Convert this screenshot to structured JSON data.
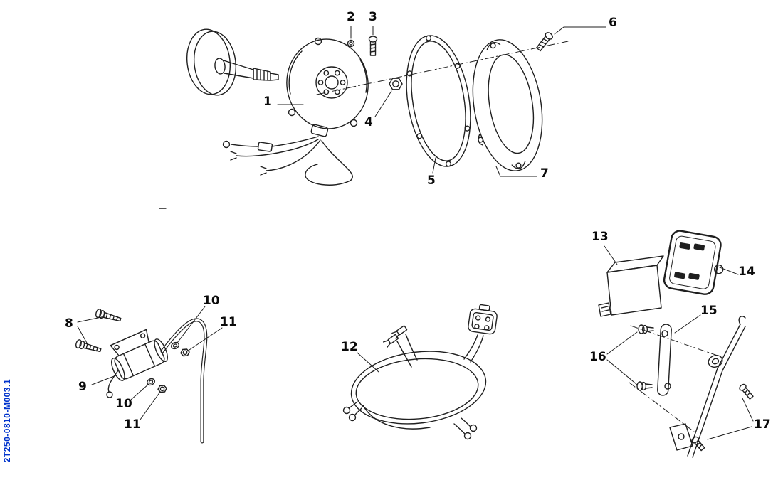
{
  "document": {
    "code": "2T250-0810-M003.1"
  },
  "colors": {
    "background": "#ffffff",
    "diagram_line": "#1f1f1f",
    "code_text": "#0033cc"
  },
  "labels": {
    "l1": "1",
    "l2": "2",
    "l3": "3",
    "l4": "4",
    "l5": "5",
    "l6": "6",
    "l7": "7",
    "l8": "8",
    "l9": "9",
    "l10a": "10",
    "l11a": "11",
    "l10b": "10",
    "l11b": "11",
    "l12": "12",
    "l13": "13",
    "l14": "14",
    "l15": "15",
    "l16": "16",
    "l17": "17"
  }
}
